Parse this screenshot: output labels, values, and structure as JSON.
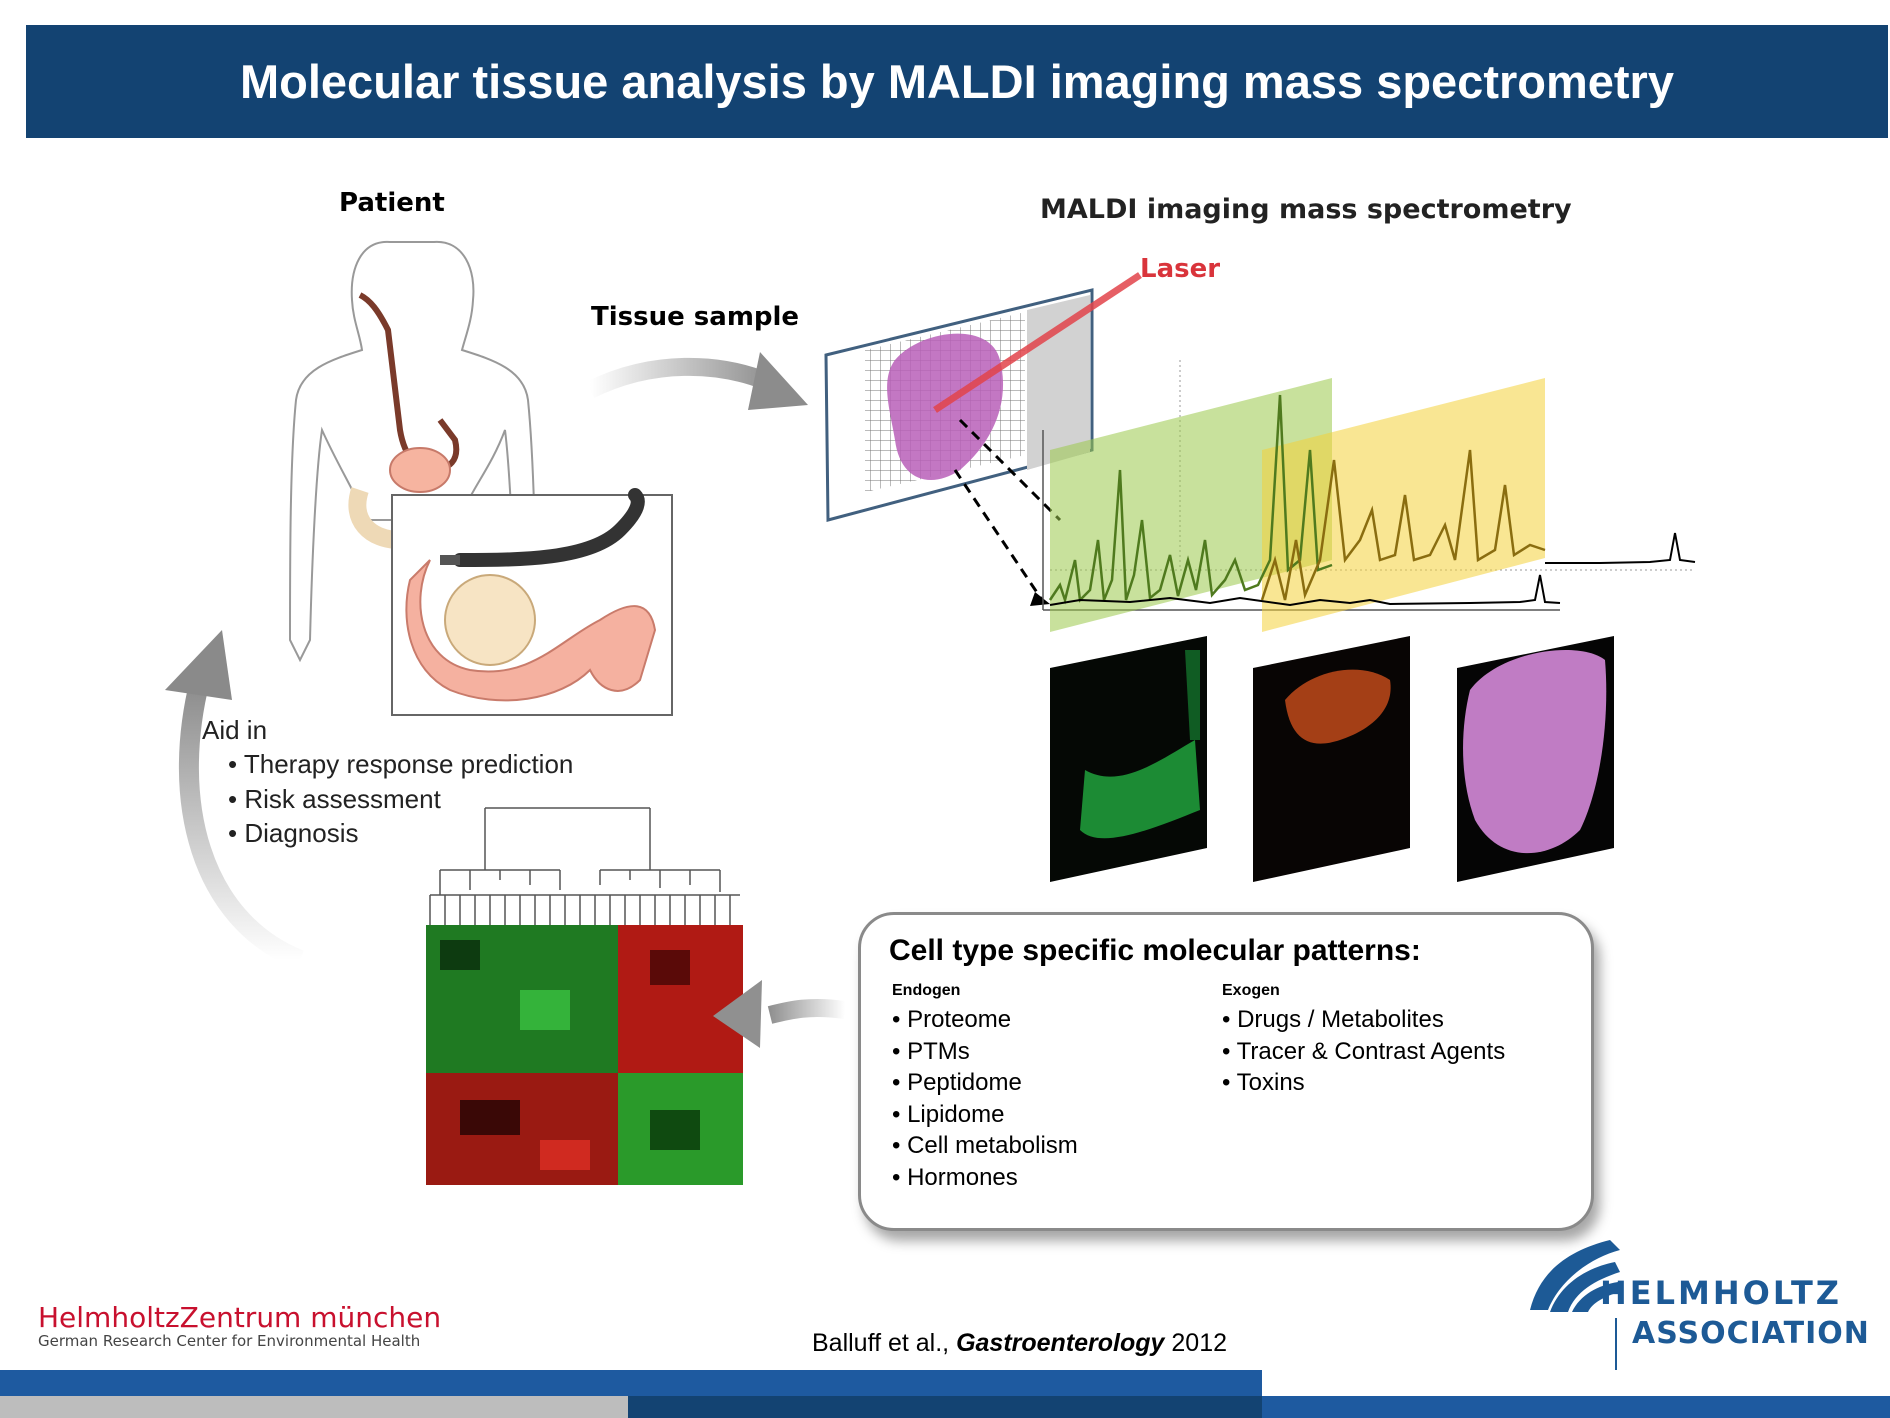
{
  "slide": {
    "title": "Molecular tissue analysis by MALDI imaging mass spectrometry"
  },
  "diagram": {
    "patient_label": "Patient",
    "tissue_label": "Tissue sample",
    "maldi_label": "MALDI imaging mass spectrometry",
    "laser_label": "Laser",
    "aid": {
      "title": "Aid in",
      "items": [
        "• Therapy response prediction",
        "• Risk assessment",
        "• Diagnosis"
      ]
    },
    "patterns": {
      "title": "Cell type specific  molecular patterns:",
      "endogen_heading": "Endogen",
      "endogen_items": [
        "• Proteome",
        "• PTMs",
        "• Peptidome",
        "• Lipidome",
        "• Cell metabolism",
        "• Hormones"
      ],
      "exogen_heading": "Exogen",
      "exogen_items": [
        "• Drugs / Metabolites",
        "• Tracer & Contrast Agents",
        "• Toxins"
      ]
    }
  },
  "footer": {
    "citation_authors": "Balluff et al., ",
    "citation_journal": "Gastroenterology",
    "citation_year": " 2012",
    "hz_name": "HelmholtzZentrum münchen",
    "hz_subtitle": "German Research Center for Environmental Health",
    "helmholtz_line1": "HELMHOLTZ",
    "helmholtz_line2": "ASSOCIATION"
  },
  "colors": {
    "title_bar": "#134372",
    "laser": "#d9343b",
    "green_plane": "#9bc84a",
    "yellow_plane": "#f4d23a",
    "helmholtz_blue": "#1d5a96",
    "hz_red": "#c8102e"
  }
}
